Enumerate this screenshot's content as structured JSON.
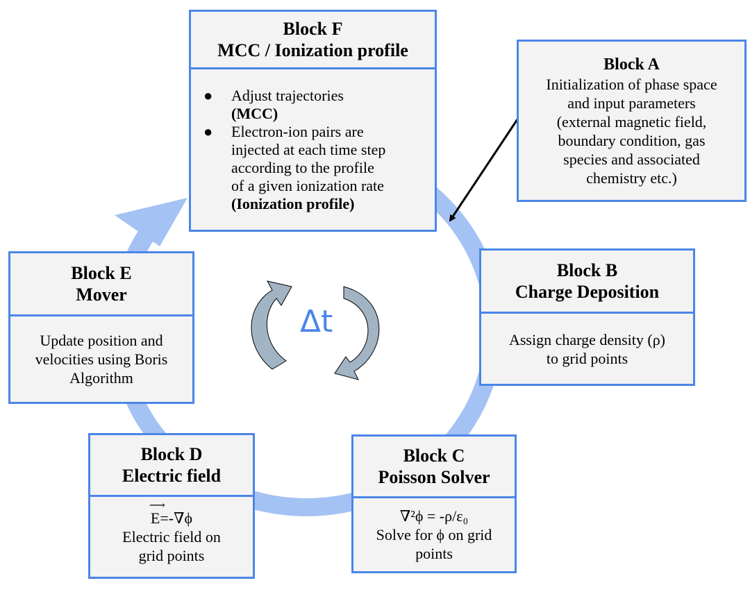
{
  "colors": {
    "accent": "#4a86e8",
    "ring": "#a4c2f4",
    "box_fill": "#f3f3f3",
    "swirl": "#a2b4c4"
  },
  "center": {
    "label": "Δt"
  },
  "blocks": {
    "a": {
      "title": "Block A",
      "lines": [
        "Initialization of phase space",
        "and input parameters",
        "(external magnetic field,",
        "boundary condition, gas",
        "species and associated",
        "chemistry etc.)"
      ]
    },
    "b": {
      "title": "Block B",
      "subtitle": "Charge Deposition",
      "lines": [
        "Assign charge density (ρ)",
        "to grid points"
      ]
    },
    "c": {
      "title": "Block C",
      "subtitle": "Poisson Solver",
      "equation": "∇²ϕ = -ρ/ε₀",
      "lines": [
        "Solve for ϕ on grid",
        "points"
      ]
    },
    "d": {
      "title": "Block D",
      "subtitle": "Electric field",
      "equation_lhs": "E",
      "equation_rhs": "=-∇ϕ",
      "lines": [
        "Electric field on",
        "grid points"
      ]
    },
    "e": {
      "title": "Block E",
      "subtitle": "Mover",
      "lines": [
        "Update position and",
        "velocities using Boris",
        "Algorithm"
      ]
    },
    "f": {
      "title": "Block F",
      "subtitle": "MCC / Ionization profile",
      "bullet1": {
        "text": "Adjust trajectories",
        "bold": "(MCC)"
      },
      "bullet2": {
        "lines": [
          "Electron-ion pairs are",
          "injected at each time step",
          "according to the profile",
          "of a given ionization rate"
        ],
        "bold": "(Ionization profile)"
      }
    }
  }
}
